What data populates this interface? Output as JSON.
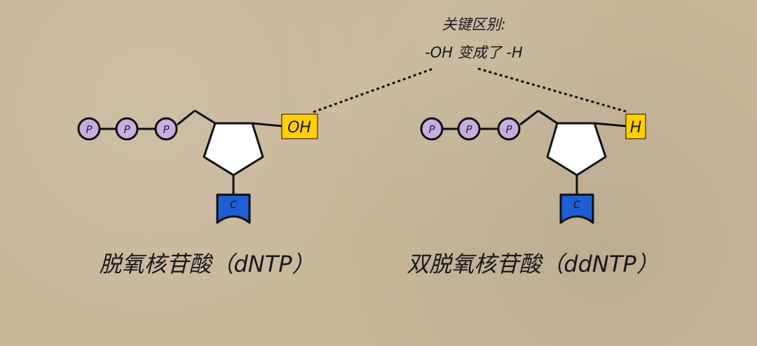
{
  "annotation": {
    "line1": "关键区别:",
    "line2": "-OH 变成了 -H"
  },
  "left": {
    "phosphates": [
      "P",
      "P",
      "P"
    ],
    "group": "OH",
    "base": "C",
    "caption": "脱氧核苷酸（dNTP）"
  },
  "right": {
    "phosphates": [
      "P",
      "P",
      "P"
    ],
    "group": "H",
    "base": "C",
    "caption": "双脱氧核苷酸（ddNTP）"
  },
  "colors": {
    "phosphate": "#c7aee0",
    "highlight": "#ffd000",
    "base": "#1f5fd6",
    "sugar": "#ffffff"
  }
}
